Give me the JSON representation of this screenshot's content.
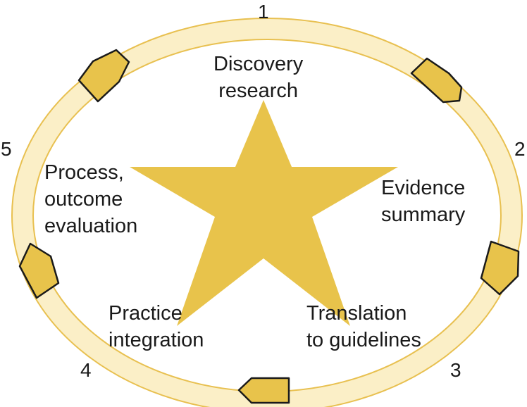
{
  "colors": {
    "ring_fill": "#FBEFC7",
    "ring_stroke": "#E8C050",
    "star": "#E8C34B",
    "arrow_fill": "#E8C34B",
    "arrow_stroke": "#1a1a1a",
    "text": "#1a1a1a"
  },
  "steps": [
    {
      "number": "1",
      "lines": [
        "Discovery",
        "research"
      ]
    },
    {
      "number": "2",
      "lines": [
        "Evidence",
        "summary"
      ]
    },
    {
      "number": "3",
      "lines": [
        "Translation",
        "to guidelines"
      ]
    },
    {
      "number": "4",
      "lines": [
        "Practice",
        "integration"
      ]
    },
    {
      "number": "5",
      "lines": [
        "Process,",
        "outcome",
        "evaluation"
      ]
    }
  ],
  "arrow_icon": "pentagon-arrow-icon"
}
